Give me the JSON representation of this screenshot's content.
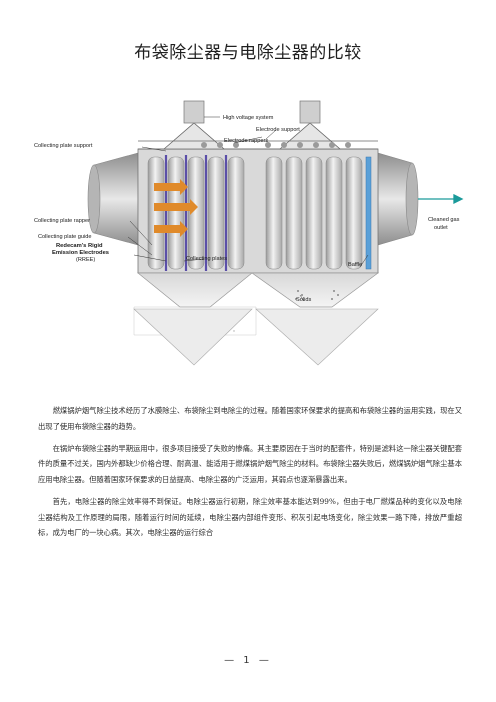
{
  "document": {
    "title": "布袋除尘器与电除尘器的比较",
    "figure": {
      "labels": {
        "high_voltage": "High voltage system",
        "electrode_support": "Electrode support",
        "electrode_rappers": "Electrode rappers",
        "collecting_plate_support": "Collecting plate support",
        "cleaned_gas_1": "Cleaned gas",
        "cleaned_gas_2": "outlet",
        "collecting_plate_rapper": "Collecting plate rapper",
        "collecting_plate_guide": "Collecting plate guide",
        "redecam_1": "Redecam's Rigid",
        "redecam_2": "Emission Electrodes",
        "redecam_3": "(RREE)",
        "collecting_plates": "Collecting plates",
        "baffle": "Baffle",
        "solids": "Solids"
      }
    },
    "paragraphs": [
      "燃煤锅炉烟气除尘技术经历了水膜除尘、布袋除尘到电除尘的过程。随着国家环保要求的提高和布袋除尘器的运用实践，现在又出现了使用布袋除尘器的趋势。",
      "在锅炉布袋除尘器的早期运用中，很多项目接受了失败的惨痛。其主要原因在于当时的配套件，特别是滤料这一除尘器关键配套件的质量不过关，国内外都缺少价格合理、耐高温、能适用于燃煤锅炉烟气除尘的材料。布袋除尘器失败后，燃煤锅炉烟气除尘基本应用电除尘器。但随着国家环保要求的日益提高、电除尘器的广泛运用，其弱点也逐渐暴露出来。",
      "首先，电除尘器的除尘效率得不到保证。电除尘器运行初期，除尘效率基本能达到99%，但由于电厂燃煤品种的变化以及电除尘器结构及工作原理的局限，随着运行时间的延续，电除尘器内部组件变形、积灰引起电场变化，除尘效果一路下降，排放严重超标，成为电厂的一块心病。其次，电除尘器的运行综合"
    ],
    "page_number": "— 1 —"
  }
}
